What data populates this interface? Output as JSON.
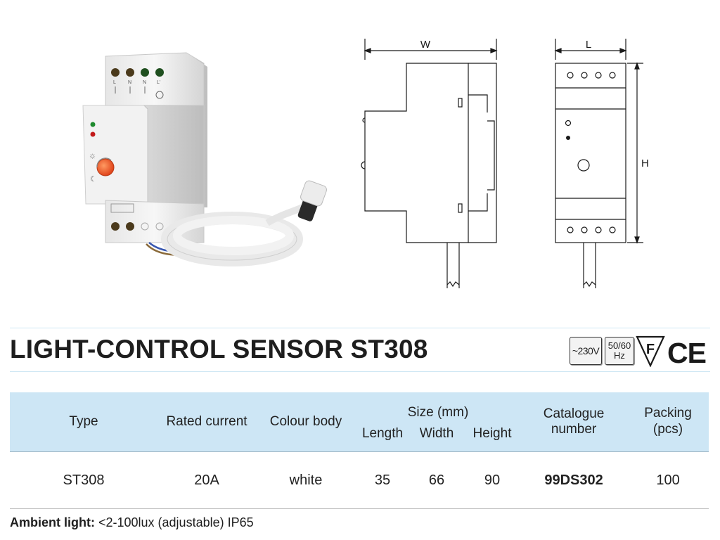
{
  "drawing": {
    "width_label": "W",
    "length_label": "L",
    "height_label": "H"
  },
  "device": {
    "terminal_labels": [
      "L",
      "N",
      "N",
      "L'"
    ]
  },
  "product": {
    "title": "LIGHT-CONTROL SENSOR ST308"
  },
  "certifications": {
    "voltage": "~230V",
    "frequency_top": "50/60",
    "frequency_bottom": "Hz",
    "mark_f": "F",
    "mark_ce": "CE"
  },
  "table": {
    "headers": {
      "type": "Type",
      "rated_current": "Rated current",
      "colour_body": "Colour body",
      "size_group": "Size (mm)",
      "length": "Length",
      "width": "Width",
      "height": "Height",
      "catalogue_number": "Catalogue number",
      "packing_line1": "Packing",
      "packing_line2": "(pcs)"
    },
    "rows": [
      {
        "type": "ST308",
        "rated_current": "20A",
        "colour_body": "white",
        "length": "35",
        "width": "66",
        "height": "90",
        "catalogue_number": "99DS302",
        "packing": "100"
      }
    ]
  },
  "footer": {
    "ambient_label": "Ambient light:",
    "ambient_value": " <2-100lux (adjustable) IP65"
  },
  "colors": {
    "table_header_bg": "#cde6f5",
    "rule": "#cfe7f3",
    "knob": "#f0642a",
    "led_green": "#1e8a2e",
    "led_red": "#c21a1a"
  }
}
